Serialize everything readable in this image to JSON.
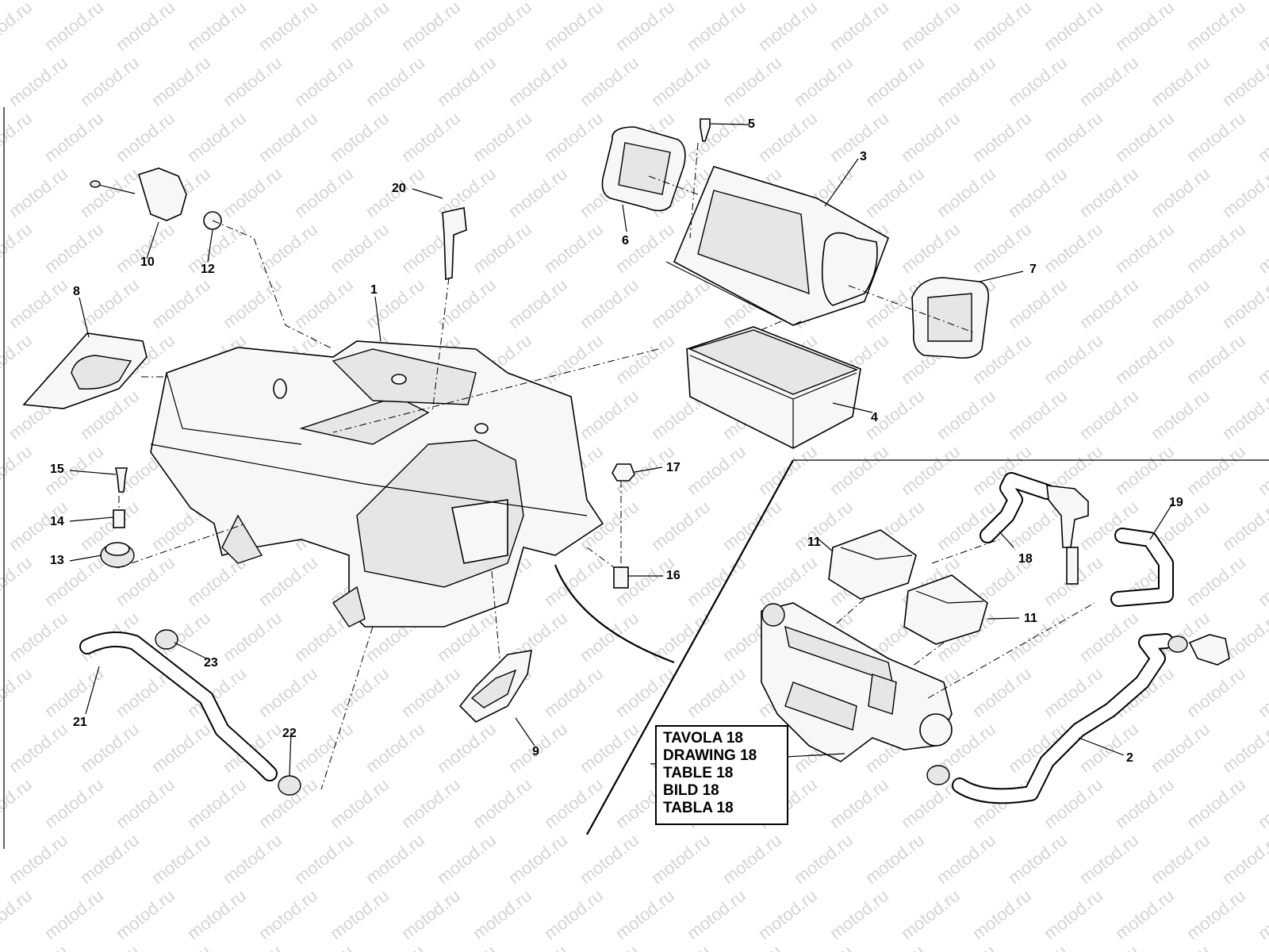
{
  "watermark": "motod.ru",
  "callouts": [
    "1",
    "2",
    "3",
    "4",
    "5",
    "6",
    "7",
    "8",
    "9",
    "10",
    "11",
    "11",
    "12",
    "13",
    "14",
    "15",
    "16",
    "17",
    "18",
    "19",
    "20",
    "21",
    "22",
    "23"
  ],
  "reference_box": [
    "TAVOLA 18",
    "DRAWING 18",
    "TABLE 18",
    "BILD 18",
    "TABLA 18"
  ]
}
